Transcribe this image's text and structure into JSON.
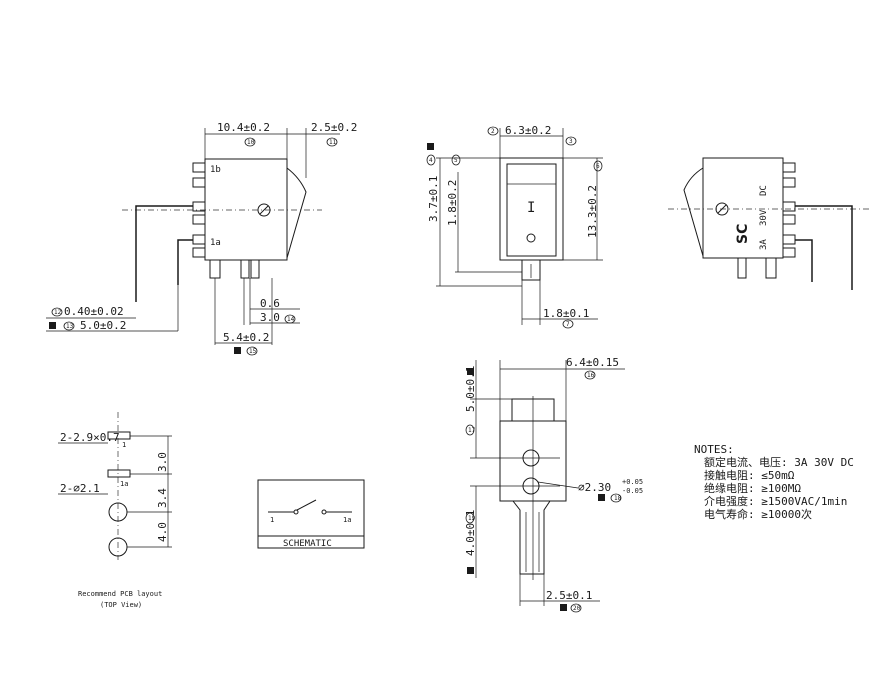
{
  "view_left": {
    "dims": {
      "width": "10.4±0.2",
      "rocker": "2.5±0.2",
      "pin_thick": "0.40±0.02",
      "pin_depth": "5.0±0.2",
      "pin_width": "0.6",
      "pin_pitch": "3.0",
      "pin_span": "5.4±0.2"
    },
    "labels": {
      "top": "1b",
      "bottom": "1a"
    },
    "tags": {
      "width": "10",
      "rocker": "11",
      "pin_thick": "12",
      "pin_depth": "13",
      "pin_pitch": "14",
      "pin_span": "15"
    }
  },
  "view_front": {
    "dims": {
      "width": "6.3±0.2",
      "h1": "3.7±0.1",
      "h2": "1.8±0.2",
      "height": "13.3±0.2",
      "pin": "1.8±0.1"
    },
    "symbols": {
      "on": "I",
      "off": "O"
    },
    "tags": {
      "width_l": "2",
      "width_r": "3",
      "h1": "4",
      "h2": "5",
      "height": "6",
      "pin": "7"
    }
  },
  "view_right": {
    "marking": {
      "brand": "SC",
      "rating_a": "3A",
      "rating_v": "30V",
      "rating_dc": "DC"
    }
  },
  "view_bottom": {
    "dims": {
      "width": "6.4±0.15",
      "top": "5.0±0.1",
      "hole": "⌀2.30",
      "hole_tol_up": "+0.05",
      "hole_tol_dn": "-0.05",
      "bottom": "4.0±0.1",
      "pin": "2.5±0.1"
    },
    "tags": {
      "width": "16",
      "top": "17",
      "hole": "18",
      "bottom": "19",
      "pin": "20"
    }
  },
  "pcb": {
    "dims": {
      "slot": "2-2.9×0.7",
      "hole": "2-⌀2.1",
      "d1": "3.0",
      "d2": "3.4",
      "d3": "4.0"
    },
    "labels": {
      "top": "1",
      "bottom": "1a"
    },
    "caption": "Recommend PCB layout",
    "subcaption": "(TOP View)"
  },
  "schematic": {
    "title": "SCHEMATIC",
    "left": "1",
    "right": "1a"
  },
  "notes": {
    "title": "NOTES:",
    "lines": [
      "额定电流、电压: 3A 30V DC",
      "接触电阻: ≤50mΩ",
      "绝缘电阻: ≥100MΩ",
      "介电强度: ≥1500VAC/1min",
      "电气寿命: ≥10000次"
    ]
  }
}
